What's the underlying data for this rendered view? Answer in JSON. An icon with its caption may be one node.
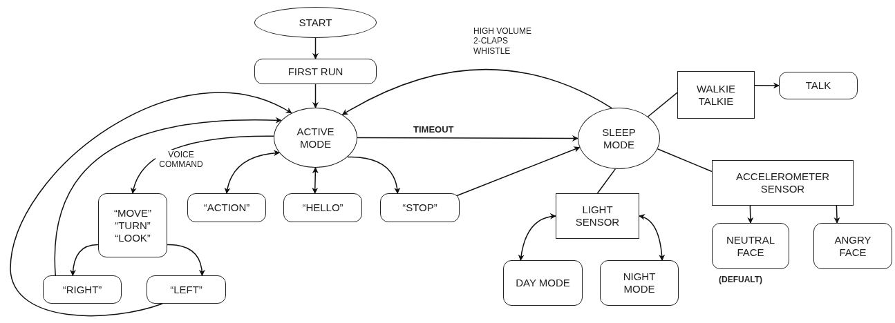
{
  "diagram": {
    "nodes": [
      {
        "text": [
          "START"
        ]
      },
      {
        "text": [
          "FIRST RUN"
        ]
      },
      {
        "text": [
          "ACTIVE MODE"
        ]
      },
      {
        "text": [
          "“MOVE” “TURN” “LOOK”"
        ]
      },
      {
        "text": [
          "“ACTION”"
        ]
      },
      {
        "text": [
          "“HELLO”"
        ]
      },
      {
        "text": [
          "“STOP”"
        ]
      },
      {
        "text": [
          "“RIGHT”"
        ]
      },
      {
        "text": [
          "“LEFT”"
        ]
      },
      {
        "text": [
          "SLEEP MODE"
        ]
      },
      {
        "text": [
          "WALKIE TALKIE"
        ]
      },
      {
        "text": [
          "TALK"
        ]
      },
      {
        "text": [
          "ACCELEROMETER SENSOR"
        ]
      },
      {
        "text": [
          "LIGHT SENSOR"
        ]
      },
      {
        "text": [
          "DAY MODE"
        ]
      },
      {
        "text": [
          "NIGHT MODE"
        ]
      },
      {
        "text": [
          "NEUTRAL FACE"
        ],
        "beside": [
          "(DEFUALT)"
        ]
      },
      {
        "text": [
          "ANGRY FACE"
        ]
      }
    ],
    "edges": [
      {
        "from": 0,
        "to": 1,
        "arrow": "to"
      },
      {
        "from": 1,
        "to": 2,
        "arrow": "to"
      },
      {
        "from": 2,
        "to": 9,
        "arrow": "to",
        "label": "TIMEOUT"
      },
      {
        "from": 9,
        "to": 2,
        "arrow": "to",
        "label": "HIGH VOLUME 2-CLAPS WHISTLE"
      },
      {
        "from": 2,
        "to": 3,
        "arrow": "to",
        "label": "VOICE COMMAND"
      },
      {
        "from": 2,
        "to": 4,
        "arrow": "both"
      },
      {
        "from": 2,
        "to": 5,
        "arrow": "both"
      },
      {
        "from": 2,
        "to": 6,
        "arrow": "to"
      },
      {
        "from": 6,
        "to": 9,
        "arrow": "to"
      },
      {
        "from": 3,
        "to": 7,
        "arrow": "to"
      },
      {
        "from": 3,
        "to": 8,
        "arrow": "to"
      },
      {
        "from": 7,
        "to": 2,
        "arrow": "to"
      },
      {
        "from": 8,
        "to": 2,
        "arrow": "to"
      },
      {
        "from": 9,
        "to": 10,
        "arrow": "none"
      },
      {
        "from": 10,
        "to": 11,
        "arrow": "to"
      },
      {
        "from": 9,
        "to": 12,
        "arrow": "none"
      },
      {
        "from": 9,
        "to": 13,
        "arrow": "none"
      },
      {
        "from": 13,
        "to": 14,
        "arrow": "both"
      },
      {
        "from": 13,
        "to": 15,
        "arrow": "both"
      },
      {
        "from": 12,
        "to": 16,
        "arrow": "to"
      },
      {
        "from": 12,
        "to": 17,
        "arrow": "to"
      }
    ]
  }
}
